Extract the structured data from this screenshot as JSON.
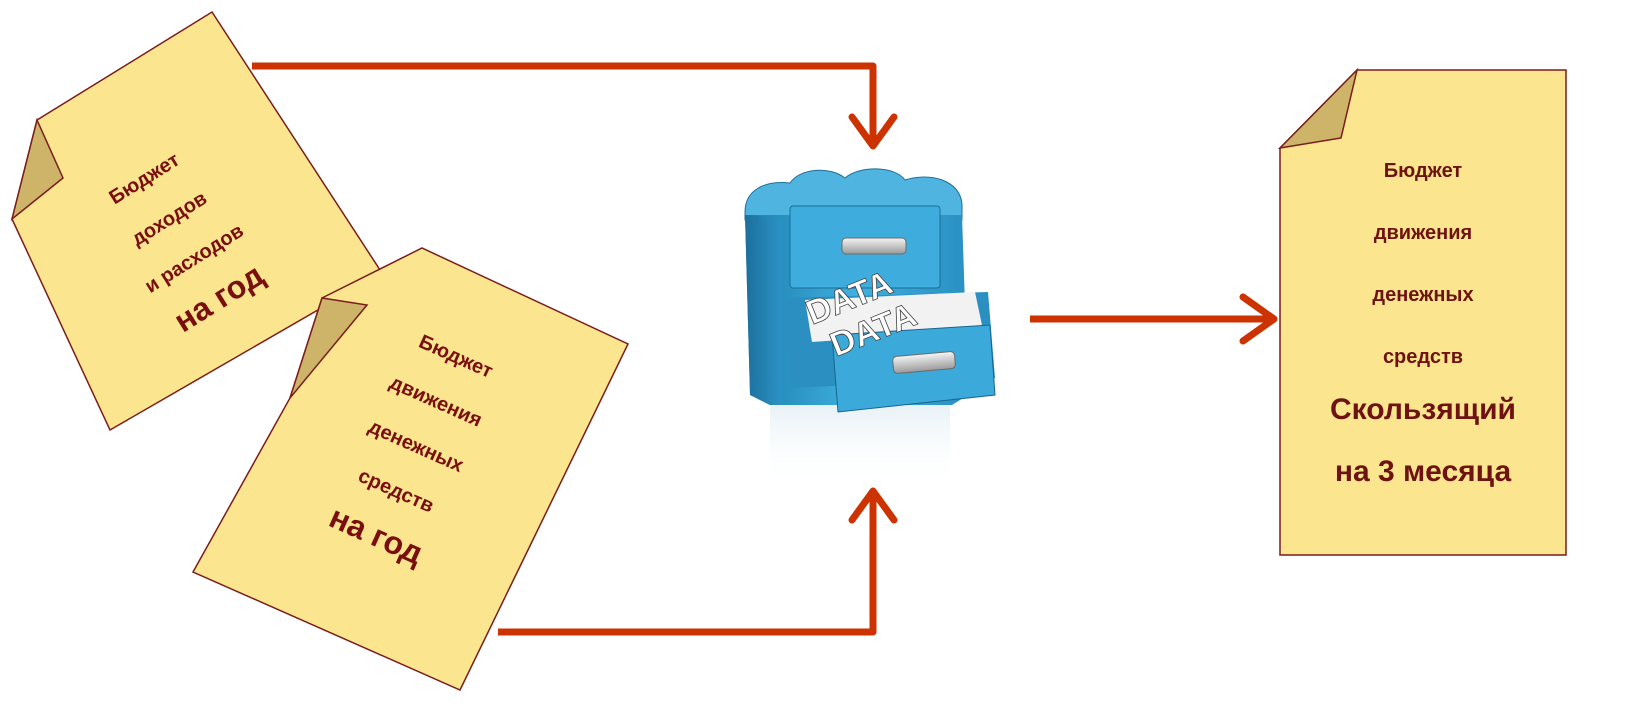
{
  "doc_annual_income": {
    "lines": [
      "Бюджет",
      "доходов",
      "и расходов"
    ],
    "emphasis": "на год"
  },
  "doc_annual_cashflow": {
    "lines": [
      "Бюджет",
      "движения",
      "денежных",
      "средств"
    ],
    "emphasis": "на год"
  },
  "doc_rolling_cashflow": {
    "lines": [
      "Бюджет",
      "движения",
      "денежных",
      "средств"
    ],
    "emphasis_1": "Скользящий",
    "emphasis_2": "на 3 месяца"
  },
  "cabinet": {
    "label_top": "DATA",
    "label_bottom": "DATA",
    "icon": "data-cabinet-icon"
  },
  "colors": {
    "arrow": "#cc3300",
    "paper": "#fbe58f",
    "paper_fold": "#cdb469",
    "paper_border": "#7a1d1d",
    "text": "#7a0f0f"
  }
}
